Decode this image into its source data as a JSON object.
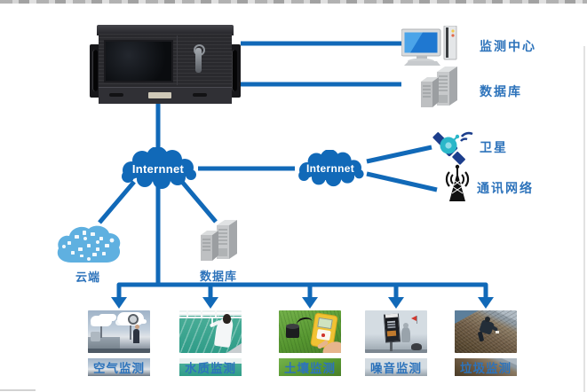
{
  "colors": {
    "line_blue": "#1169b8",
    "label_blue": "#2d73bb",
    "cloud_fill": "#1169b8",
    "light_cloud_fill": "#5fb0e0"
  },
  "clouds": {
    "left_label": "Internnet",
    "right_label": "Internnet"
  },
  "right_column": [
    {
      "label": "监测中心",
      "icon": "desktop-computer-icon"
    },
    {
      "label": "数据库",
      "icon": "server-towers-icon"
    },
    {
      "label": "卫星",
      "icon": "satellite-icon"
    },
    {
      "label": "通讯网络",
      "icon": "signal-tower-icon"
    }
  ],
  "middle_row": [
    {
      "label": "云端",
      "icon": "cloud-collage-icon"
    },
    {
      "label": "数据库",
      "icon": "server-towers-icon"
    }
  ],
  "bottom_row": [
    {
      "label": "空气监测",
      "image": "air-monitoring-photo"
    },
    {
      "label": "水质监测",
      "image": "water-quality-monitoring-photo"
    },
    {
      "label": "土壤监测",
      "image": "soil-monitoring-photo"
    },
    {
      "label": "噪音监测",
      "image": "noise-monitoring-photo"
    },
    {
      "label": "垃圾监测",
      "image": "garbage-monitoring-photo"
    }
  ]
}
